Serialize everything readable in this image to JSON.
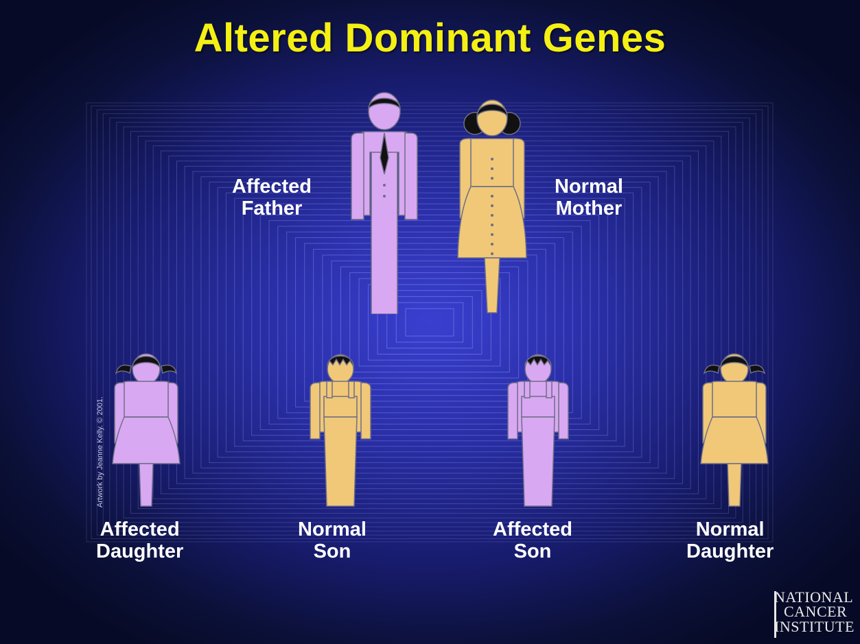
{
  "title": "Altered Dominant Genes",
  "labels": {
    "affected_father": [
      "Affected",
      "Father"
    ],
    "normal_mother": [
      "Normal",
      "Mother"
    ],
    "affected_daughter": [
      "Affected",
      "Daughter"
    ],
    "normal_son": [
      "Normal",
      "Son"
    ],
    "affected_son": [
      "Affected",
      "Son"
    ],
    "normal_daughter": [
      "Normal",
      "Daughter"
    ]
  },
  "credit": "Artwork by Jeanne Kelly. © 2001.",
  "logo": [
    "NATIONAL",
    "CANCER",
    "INSTITUTE"
  ],
  "colors": {
    "title": "#f5f014",
    "affected": "#d9a8f2",
    "normal": "#f0c878",
    "outline": "#6e6e86",
    "hair": "#111111"
  }
}
